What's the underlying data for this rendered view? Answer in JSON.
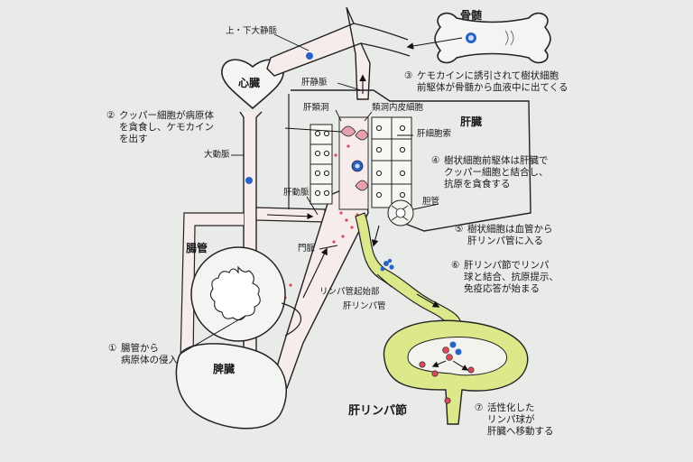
{
  "organs": {
    "bone_marrow": "骨髄",
    "heart": "心臓",
    "liver": "肝臓",
    "intestine": "腸管",
    "spleen": "脾臓",
    "hepatic_lymph_node": "肝リンパ節"
  },
  "vessels": {
    "vena_cava": "上・下大静脈",
    "hepatic_vein": "肝静脈",
    "sinusoid": "肝類洞",
    "sinusoid_endothelium": "類洞内皮細胞",
    "hepatic_cord": "肝細胞索",
    "aorta": "大動脈",
    "hepatic_artery": "肝動脈",
    "portal_vein": "門脈",
    "bile_duct": "胆管",
    "lymph_origin": "リンパ管起始部",
    "hepatic_lymph_duct": "肝リンパ管"
  },
  "steps": [
    {
      "num": "①",
      "lines": [
        "腸管から",
        "病原体の侵入"
      ]
    },
    {
      "num": "②",
      "lines": [
        "クッパー細胞が病原体",
        "を貪食し、ケモカイン",
        "を出す"
      ]
    },
    {
      "num": "③",
      "lines": [
        "ケモカインに誘引されて樹状細胞",
        "前駆体が骨髄から血液中に出てくる"
      ]
    },
    {
      "num": "④",
      "lines": [
        "樹状細胞前駆体は肝臓で",
        "クッパー細胞と結合し、",
        "抗原を貪食する"
      ]
    },
    {
      "num": "⑤",
      "lines": [
        "樹状細胞は血管から",
        "肝リンパ管に入る"
      ]
    },
    {
      "num": "⑥",
      "lines": [
        "肝リンパ節でリンパ",
        "球と結合、抗原提示、",
        "免疫応答が始まる"
      ]
    },
    {
      "num": "⑦",
      "lines": [
        "活性化した",
        "リンパ球が",
        "肝臓へ移動する"
      ]
    }
  ],
  "colors": {
    "background": "#e9ebe8",
    "vessel_fill": "#f6ecec",
    "pathogen_dot": "#d64a5a",
    "lymph_fill": "#dde88a",
    "cell_blue": "#2a63c6",
    "kupffer_pink": "#e7a1ad",
    "outline": "#222222"
  }
}
